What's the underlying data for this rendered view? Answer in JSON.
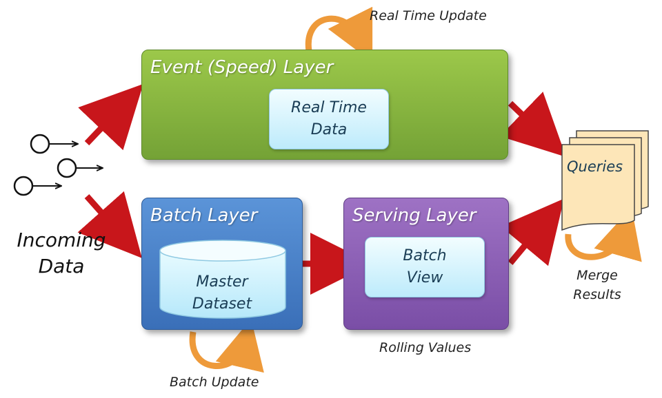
{
  "diagram": {
    "event_layer": {
      "title": "Event (Speed) Layer",
      "inner": [
        "Real Time",
        "Data"
      ]
    },
    "batch_layer": {
      "title": "Batch Layer",
      "inner": [
        "Master",
        "Dataset"
      ]
    },
    "serving_layer": {
      "title": "Serving Layer",
      "inner": [
        "Batch",
        "View"
      ]
    },
    "queries": {
      "label": "Queries"
    },
    "labels": {
      "real_time_update": "Real Time Update",
      "batch_update": "Batch Update",
      "rolling_values": "Rolling Values",
      "merge_results": [
        "Merge",
        "Results"
      ],
      "incoming_data": [
        "Incoming",
        "Data"
      ]
    },
    "colors": {
      "event_layer": "#85b440",
      "batch_layer": "#4a82c8",
      "serving_layer": "#8a5fb4",
      "inner_box": "#d6f4fd",
      "arrow_red": "#c8161b",
      "update_arrow_orange": "#ee9a3a",
      "queries_paper": "#fde6b8"
    }
  }
}
